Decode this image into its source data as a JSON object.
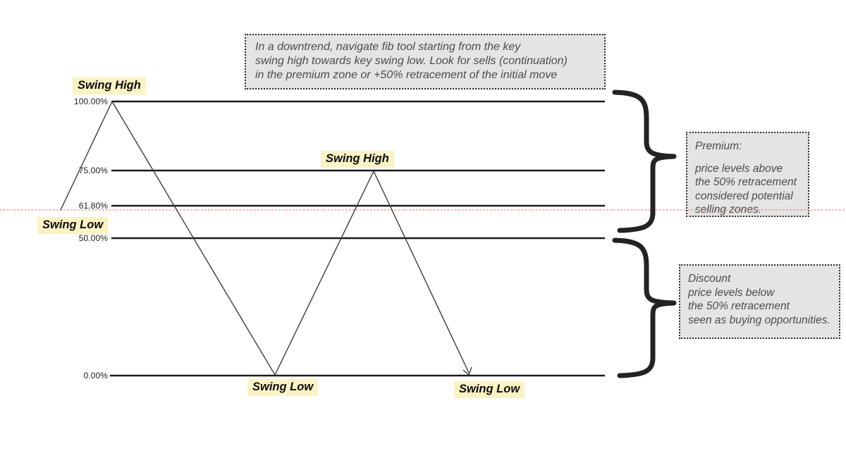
{
  "note": {
    "line1": "In a downtrend, navigate fib tool starting from the key",
    "line2": "swing high towards key swing low. Look for sells (continuation)",
    "line3": "in the premium zone or +50% retracement of the initial move"
  },
  "fib_levels": {
    "l100": "100.00%",
    "l75": "75.00%",
    "l618": "61.80%",
    "l50": "50.00%",
    "l0": "0.00%"
  },
  "swings": {
    "high1": "Swing High",
    "low_left": "Swing Low",
    "high2": "Swing High",
    "low1": "Swing Low",
    "low2": "Swing Low"
  },
  "premium": {
    "title": "Premium:",
    "line1": "price levels above",
    "line2": "the 50% retracement",
    "line3": "considered potential",
    "line4": "selling zones."
  },
  "discount": {
    "line1": "Discount",
    "line2": "price levels below",
    "line3": "the 50% retracement",
    "line4": "seen as buying opportunities."
  },
  "colors": {
    "highlight_yellow": "#fbf3c5",
    "note_background": "#e4e4e4",
    "note_text": "#4c4c4c",
    "fib_line": "#1a1a1a",
    "price_path": "#3c3c3c",
    "red_dotted_line": "#f08080",
    "brace": "#232323"
  }
}
